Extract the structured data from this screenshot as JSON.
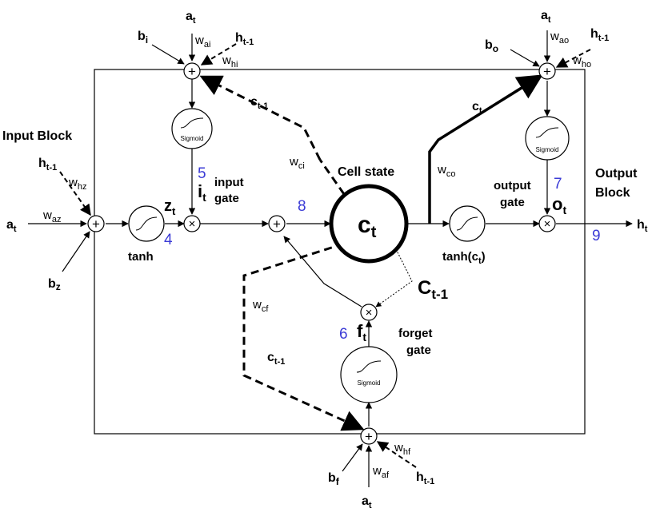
{
  "colors": {
    "ink": "#000000",
    "step_number": "#3b3bd6",
    "background": "#ffffff"
  },
  "blocks": {
    "input": "Input Block",
    "output_line1": "Output",
    "output_line2": "Block"
  },
  "cell": {
    "label_main": "c",
    "label_sub": "t",
    "state_label": "Cell state"
  },
  "sigmoid_label": "Sigmoid",
  "tanh_label": "tanh",
  "tanh_ct": {
    "main": "tanh(c",
    "sub": "t",
    "close": ")"
  },
  "gates": {
    "input_line1": "input",
    "input_line2": "gate",
    "output_line1": "output",
    "output_line2": "gate",
    "forget_line1": "forget",
    "forget_line2": "gate"
  },
  "steps": {
    "z": "4",
    "i": "5",
    "f": "6",
    "o": "7",
    "c": "8",
    "h": "9"
  },
  "vars": {
    "a": "a",
    "t": "t",
    "b": "b",
    "i": "i",
    "o": "o",
    "f": "f",
    "z": "z",
    "h": "h",
    "c": "c",
    "w": "w",
    "tm1": "t-1",
    "C": "C"
  },
  "weights": {
    "ai": "ai",
    "hi": "hi",
    "ci": "ci",
    "ao": "ao",
    "ho": "ho",
    "co": "co",
    "hz": "hz",
    "az": "az",
    "cf": "cf",
    "af": "af",
    "hf": "hf"
  },
  "op_symbols": {
    "plus": "+",
    "times": "×"
  }
}
